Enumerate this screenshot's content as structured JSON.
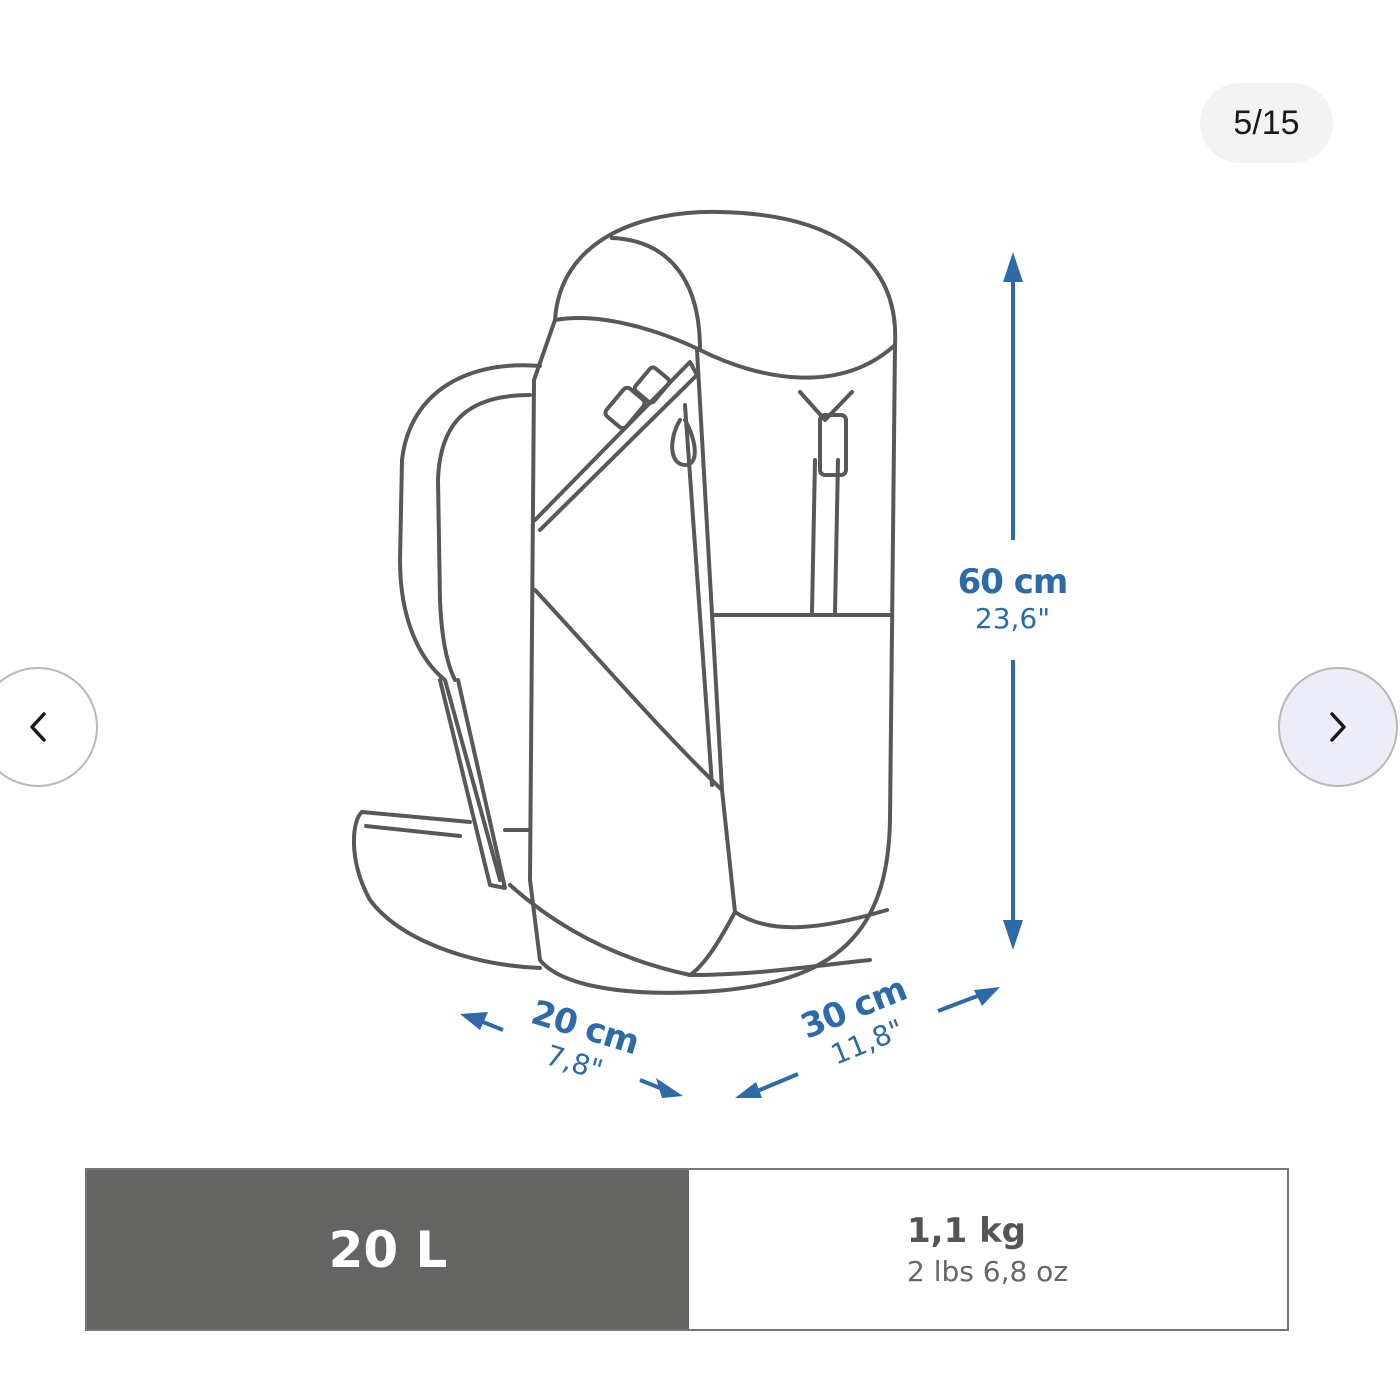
{
  "gallery": {
    "counter": "5/15",
    "current": 5,
    "total": 15,
    "prev_button_icon": "chevron-left-icon",
    "next_button_icon": "chevron-right-icon"
  },
  "dimensions": {
    "height": {
      "cm": "60 cm",
      "inches": "23,6\""
    },
    "depth": {
      "cm": "20 cm",
      "inches": "7,8\""
    },
    "width": {
      "cm": "30 cm",
      "inches": "11,8\""
    },
    "arrow_color": "#2e6aa8"
  },
  "specs": {
    "volume": "20 L",
    "weight_metric": "1,1 kg",
    "weight_imperial": "2 lbs 6,8 oz",
    "volume_bg_color": "#646462"
  }
}
